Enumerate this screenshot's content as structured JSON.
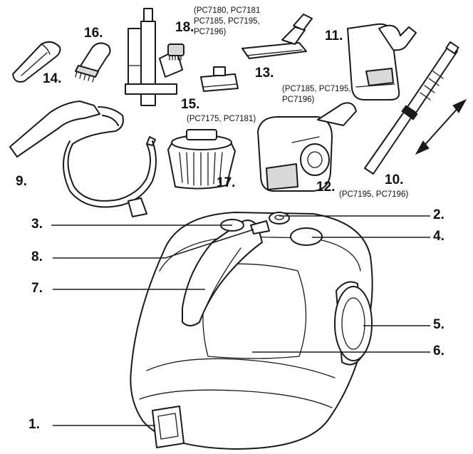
{
  "labels": {
    "l1": "1.",
    "l2": "2.",
    "l3": "3.",
    "l4": "4.",
    "l5": "5.",
    "l6": "6.",
    "l7": "7.",
    "l8": "8.",
    "l9": "9.",
    "l10": "10.",
    "l11": "11.",
    "l12": "12.",
    "l13": "13.",
    "l14": "14.",
    "l15": "15.",
    "l16": "16.",
    "l17": "17.",
    "l18": "18."
  },
  "notes": {
    "n18": [
      "(PC7180, PC7181",
      "PC7185, PC7195,",
      "PC7196)"
    ],
    "n13": [
      "(PC7185, PC7195,",
      "PC7196)"
    ],
    "n15": [
      "(PC7175, PC7181)"
    ],
    "n10": [
      "(PC7195, PC7196)"
    ]
  }
}
